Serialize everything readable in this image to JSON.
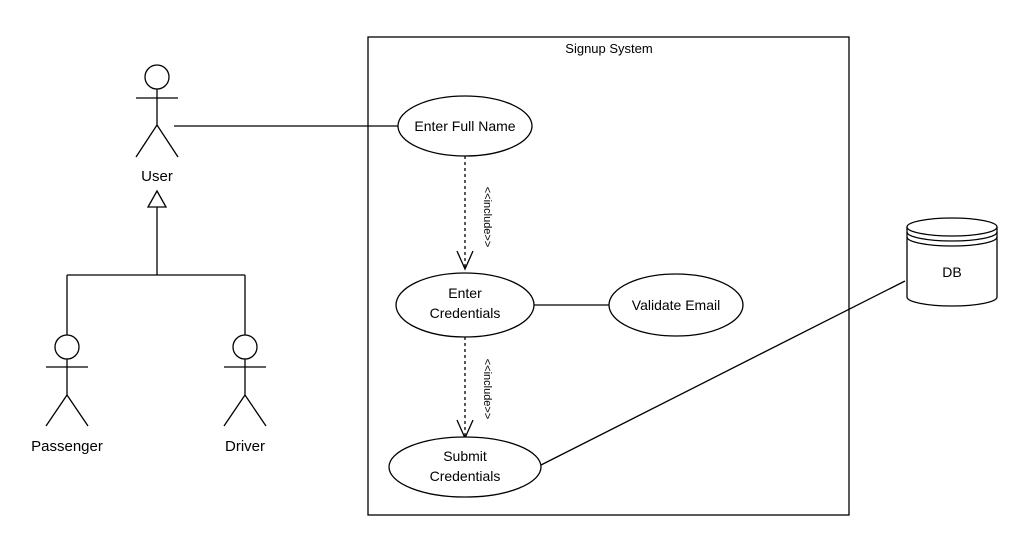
{
  "diagram": {
    "system": {
      "title": "Signup System"
    },
    "actors": {
      "user": "User",
      "passenger": "Passenger",
      "driver": "Driver"
    },
    "use_cases": {
      "enter_full_name": [
        "Enter Full Name"
      ],
      "enter_credentials": [
        "Enter",
        "Credentials"
      ],
      "validate_email": [
        "Validate Email"
      ],
      "submit_credentials": [
        "Submit",
        "Credentials"
      ]
    },
    "relations": {
      "include_1": "<<include>>",
      "include_2": "<<include>>"
    },
    "database": {
      "label": "DB"
    }
  }
}
